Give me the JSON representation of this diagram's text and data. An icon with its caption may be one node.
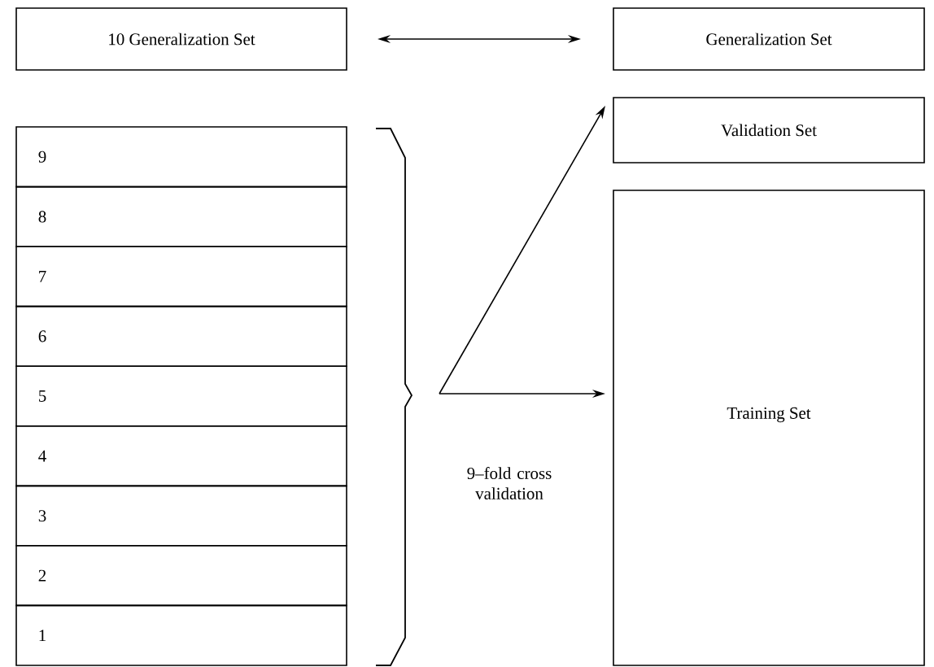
{
  "diagram": {
    "nodes": [
      {
        "text": [
          "10 Generalization Set"
        ]
      },
      {
        "text": [
          "Generalization Set"
        ]
      },
      {
        "text": [
          "9"
        ]
      },
      {
        "text": [
          "8"
        ]
      },
      {
        "text": [
          "7"
        ]
      },
      {
        "text": [
          "6"
        ]
      },
      {
        "text": [
          "5"
        ]
      },
      {
        "text": [
          "4"
        ]
      },
      {
        "text": [
          "3"
        ]
      },
      {
        "text": [
          "2"
        ]
      },
      {
        "text": [
          "1"
        ]
      },
      {
        "text": [
          "Validation Set"
        ]
      },
      {
        "text": [
          "Training Set"
        ]
      }
    ],
    "edges": [
      {
        "from": 0,
        "to": 1,
        "arrow": "both"
      },
      {
        "from": null,
        "to": 11,
        "arrow": "to"
      },
      {
        "from": null,
        "to": 12,
        "arrow": "to"
      }
    ],
    "labels": [
      "9–fold cross validation"
    ]
  }
}
